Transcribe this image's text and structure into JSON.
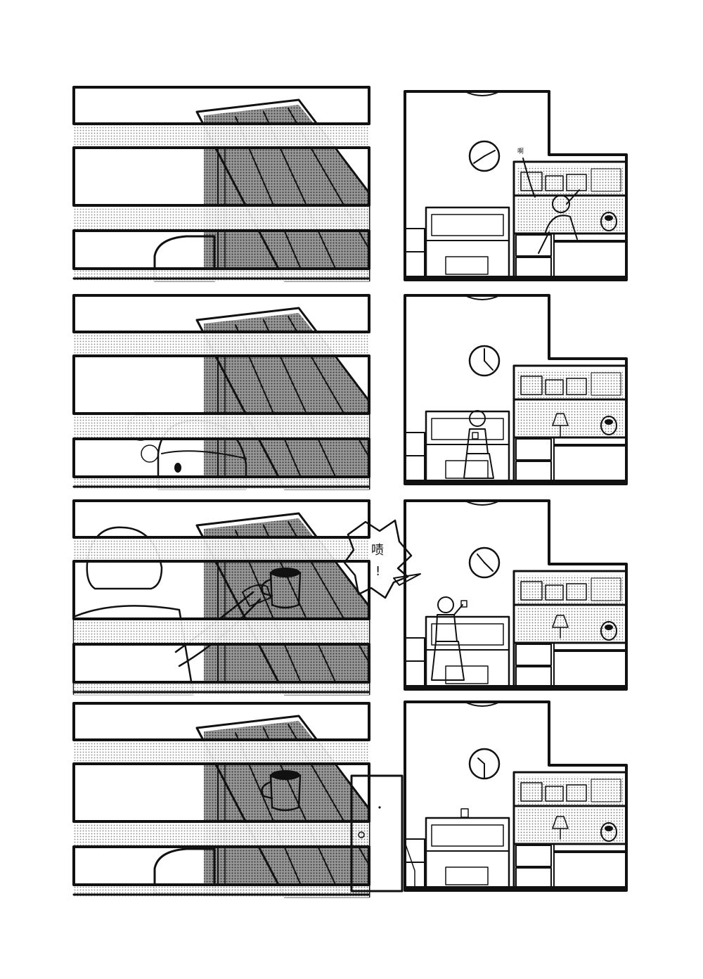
{
  "rows": [
    {
      "row": 1,
      "piano_panel": "close-up",
      "room_panel": "wake-up",
      "sfx": "啊"
    },
    {
      "row": 2,
      "piano_panel": "peek",
      "room_panel": "holding-mug"
    },
    {
      "row": 3,
      "piano_panel": "place-mug",
      "room_panel": "walking",
      "speech": [
        "啧",
        "!"
      ]
    },
    {
      "row": 4,
      "piano_panel": "mug-left",
      "room_panel": "door-exit"
    }
  ],
  "colors": {
    "ink": "#111111",
    "paper": "#ffffff",
    "screentone": "#8c8c8c"
  }
}
